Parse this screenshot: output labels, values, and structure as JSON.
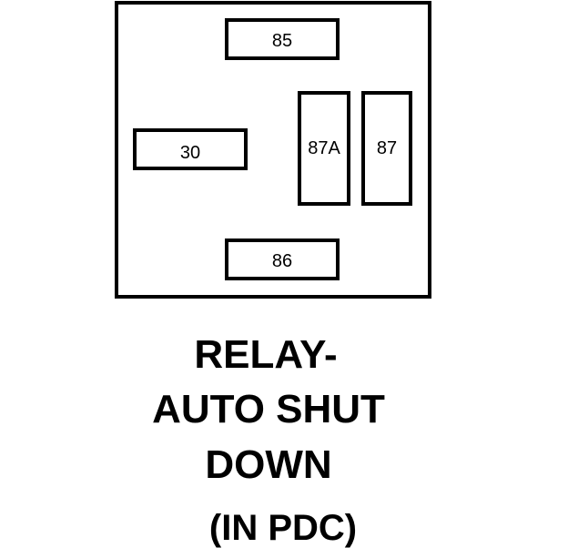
{
  "terminals": {
    "t85": "85",
    "t30": "30",
    "t87a": "87A",
    "t87": "87",
    "t86": "86"
  },
  "caption": {
    "line1": "RELAY-",
    "line2": "AUTO SHUT",
    "line3": "DOWN",
    "line4": "(IN PDC)"
  },
  "colors": {
    "stroke": "#000000",
    "background": "#ffffff"
  }
}
